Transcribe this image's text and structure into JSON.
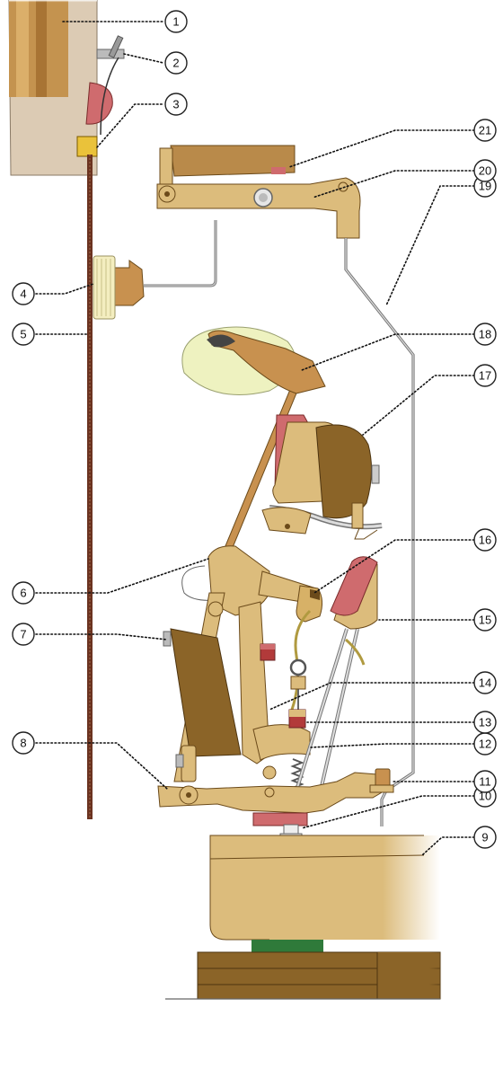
{
  "callouts": [
    {
      "label": "1"
    },
    {
      "label": "2"
    },
    {
      "label": "3"
    },
    {
      "label": "4"
    },
    {
      "label": "5"
    },
    {
      "label": "6"
    },
    {
      "label": "7"
    },
    {
      "label": "8"
    },
    {
      "label": "9"
    },
    {
      "label": "10"
    },
    {
      "label": "11"
    },
    {
      "label": "12"
    },
    {
      "label": "13"
    },
    {
      "label": "14"
    },
    {
      "label": "15"
    },
    {
      "label": "16"
    },
    {
      "label": "17"
    },
    {
      "label": "18"
    },
    {
      "label": "19"
    },
    {
      "label": "20"
    },
    {
      "label": "21"
    }
  ],
  "colors": {
    "wood_light": "#dcbc7c",
    "wood_dark": "#8b6428",
    "wood_mid": "#b98a4a",
    "felt_red": "#cf6b6e",
    "felt_dark_red": "#b23a3a",
    "frame_beige": "#dccbb4",
    "string_brown": "#6b3320",
    "hammer_felt_yellow": "#f4eec0",
    "key_green": "#2f7a3a",
    "metal_grey": "#9a9a9a"
  }
}
